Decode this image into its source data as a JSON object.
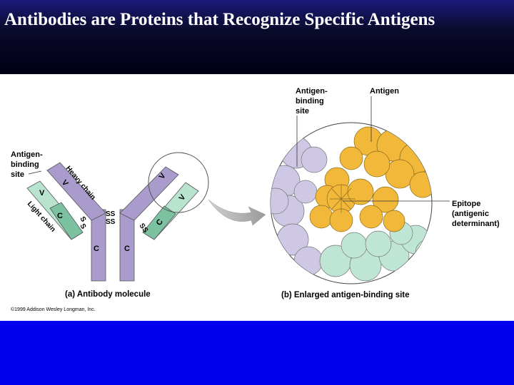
{
  "slide": {
    "title": "Antibodies are Proteins that Recognize Specific Antigens"
  },
  "figure": {
    "panel_a": {
      "caption": "(a) Antibody molecule",
      "label_antigen_binding_site_line1": "Antigen-",
      "label_antigen_binding_site_line2": "binding",
      "label_antigen_binding_site_line3": "site",
      "heavy_chain_label": "Heavy chain",
      "light_chain_label": "Light chain",
      "v_label": "V",
      "c_label": "C",
      "ss_label": "SS",
      "s_label": "S"
    },
    "panel_b": {
      "caption": "(b) Enlarged antigen-binding site",
      "label_antigen_binding_site_line1": "Antigen-",
      "label_antigen_binding_site_line2": "binding",
      "label_antigen_binding_site_line3": "site",
      "label_antigen": "Antigen",
      "label_epitope_line1": "Epitope",
      "label_epitope_line2": "(antigenic",
      "label_epitope_line3": "determinant)"
    },
    "copyright": "©1999 Addison Wesley Longman, Inc."
  },
  "colors": {
    "heavy_chain": "#a99ccc",
    "light_chain": "#b7e3cf",
    "constant_green": "#7cc1a0",
    "antigen": "#f2b83a",
    "bottom_band": "#0000ee"
  }
}
